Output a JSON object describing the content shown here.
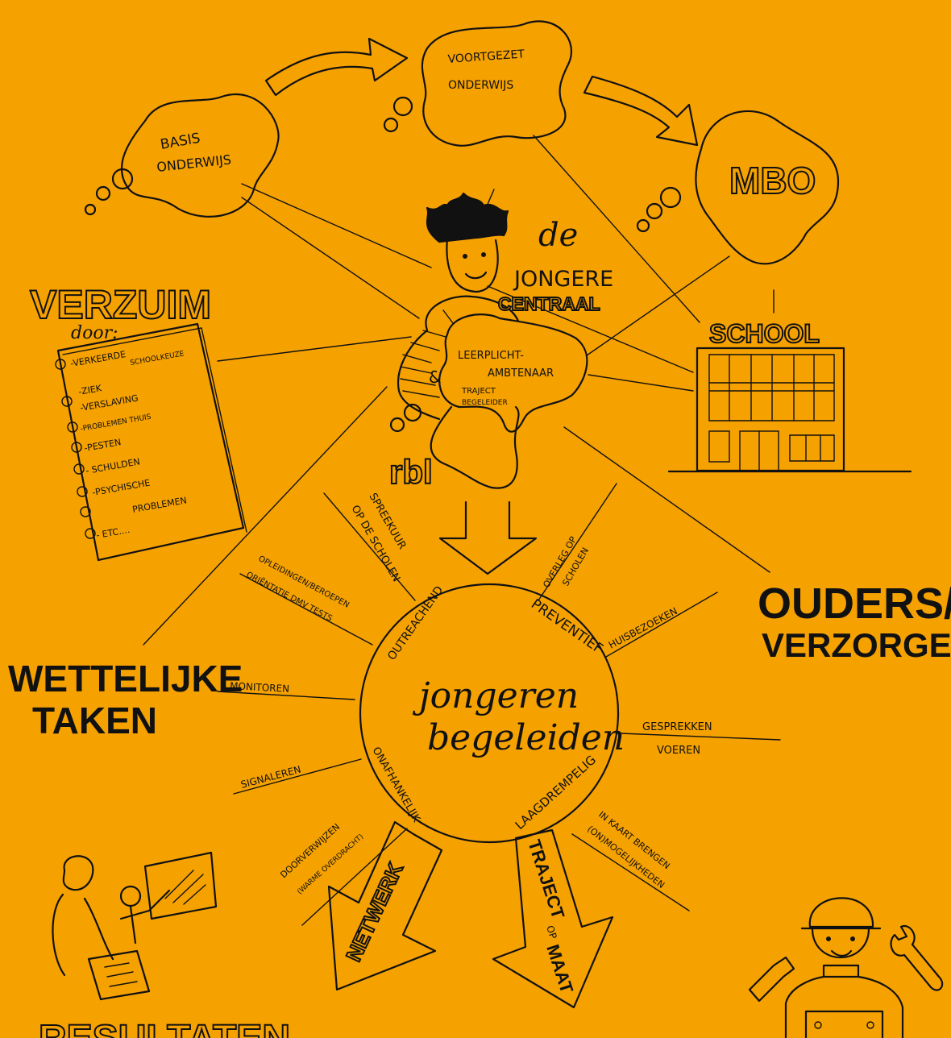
{
  "stages": {
    "basis": [
      "BASIS",
      "ONDERWIJS"
    ],
    "voortgezet": [
      "VOORTGEZET",
      "ONDERWIJS"
    ],
    "mbo": "MBO"
  },
  "jongere": {
    "de": "de",
    "jongere": "JONGERE",
    "centraal": "CENTRAAL"
  },
  "bubble": {
    "line1": "LEERPLICHT-",
    "line2": "AMBTENAAR",
    "amp": "&",
    "line3": "TRAJECT",
    "line4": "BEGELEIDER"
  },
  "rbl": "rbl",
  "school": "SCHOOL",
  "verzuim": {
    "title": "VERZUIM",
    "door": "door:",
    "items": [
      "-VERKEERDE",
      "SCHOOLKEUZE",
      "-ZIEK",
      "-VERSLAVING",
      "-PROBLEMEN THUIS",
      "-PESTEN",
      "- SCHULDEN",
      "-PSYCHISCHE",
      "PROBLEMEN",
      "- ETC...."
    ]
  },
  "ouders": [
    "OUDERS/",
    "VERZORGERS"
  ],
  "wettelijke": [
    "WETTELIJKE",
    "TAKEN"
  ],
  "resultaten": "RESULTATEN",
  "center": {
    "line1": "jongeren",
    "line2": "begeleiden",
    "ring": [
      "OUTREACHEND",
      "PREVENTIEF",
      "LAAGDREMPELIG",
      "ONAFHANKELIJK"
    ]
  },
  "spokes": {
    "spreekuur": [
      "SPREEKUUR",
      "OP DE SCHOLEN"
    ],
    "overleg": [
      "OVERLEG OP",
      "SCHOLEN"
    ],
    "opleidingen": [
      "OPLEIDINGEN/BEROEPEN",
      "ORIËNTATIE DMV TESTS"
    ],
    "huisbezoeken": "HUISBEZOEKEN",
    "monitoren": "MONITOREN",
    "gesprekken": [
      "GESPREKKEN",
      "VOEREN"
    ],
    "signaleren": "SIGNALEREN",
    "doorverwijzen": [
      "DOORVERWIJZEN",
      "(WARME OVERDRACHT)"
    ],
    "inkaart": [
      "IN KAART BRENGEN",
      "(ON)MOGELIJKHEDEN"
    ]
  },
  "arrows": {
    "netwerk": "NETWERK",
    "traject": "TRAJECT",
    "op": "OP",
    "maat": "MAAT"
  },
  "icons": [
    "thought-cloud-icon",
    "arrow-icon",
    "school-building-icon",
    "notebook-icon",
    "teacher-icon",
    "worker-icon",
    "hammer-icon",
    "wrench-icon",
    "person-icon"
  ]
}
